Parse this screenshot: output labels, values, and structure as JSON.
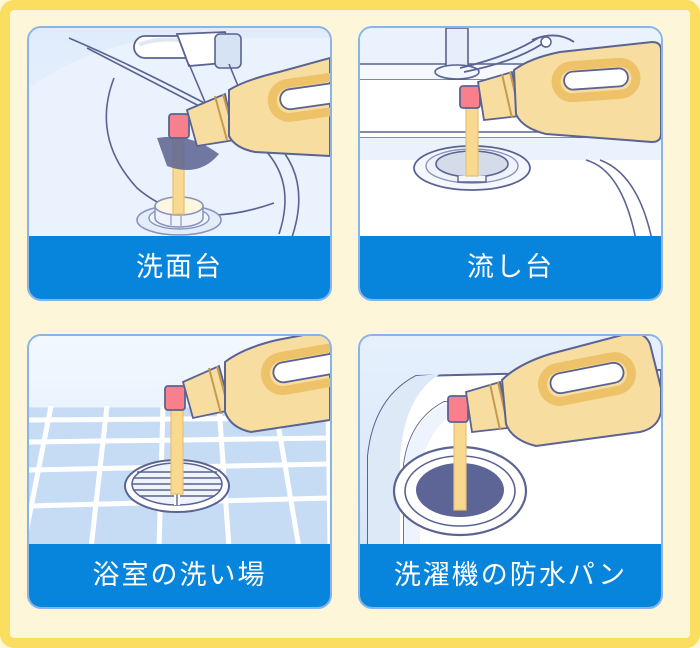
{
  "frame": {
    "border_color": "#fbdd5f",
    "background_color": "#fdf6d8"
  },
  "palette": {
    "label_blue": "#0784dc",
    "card_border": "#8ab4e8",
    "card_sky": "#eaf2fd",
    "outline_navy": "#5a6392",
    "bottle_body": "#f8dda1",
    "bottle_handle": "#edc269",
    "cap_red": "#f8808c",
    "liquid": "#f9d98f",
    "tile_blue": "#c6dcf5",
    "white": "#ffffff",
    "drain_navy": "#5c6596"
  },
  "cards": [
    {
      "id": "washbasin",
      "label": "洗面台",
      "scene": "bathroom-sink-with-faucet-and-pop-up-drain",
      "icon": "detergent-bottle-pouring-icon"
    },
    {
      "id": "kitchen-sink",
      "label": "流し台",
      "scene": "kitchen-sink-with-faucet-and-round-strainer-drain",
      "icon": "detergent-bottle-pouring-icon"
    },
    {
      "id": "bathroom-washing-area",
      "label": "浴室の洗い場",
      "scene": "tiled-bathroom-floor-with-slotted-drain-cover",
      "icon": "detergent-bottle-pouring-icon"
    },
    {
      "id": "washer-drain-pan",
      "label": "洗濯機の防水パン",
      "scene": "washing-machine-waterproof-pan-with-dark-drain-hole",
      "icon": "detergent-bottle-pouring-icon"
    }
  ]
}
